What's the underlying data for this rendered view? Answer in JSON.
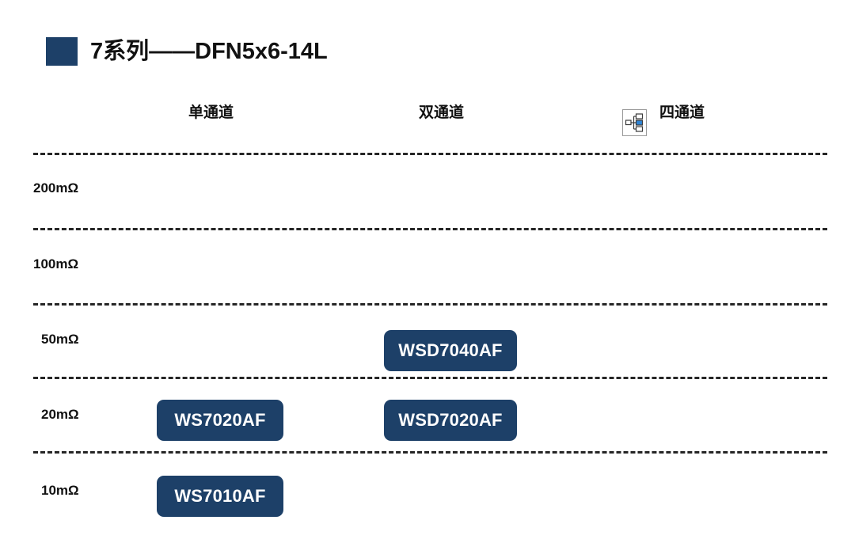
{
  "title": {
    "marker_color": "#1d4068",
    "text": "7系列——DFN5x6-14L"
  },
  "columns": [
    {
      "key": "single",
      "label": "单通道"
    },
    {
      "key": "dual",
      "label": "双通道"
    },
    {
      "key": "quad",
      "label": "四通道",
      "icon": "hierarchy-chart-icon"
    }
  ],
  "rows": [
    {
      "key": "r200",
      "label": "200mΩ"
    },
    {
      "key": "r100",
      "label": "100mΩ"
    },
    {
      "key": "r50",
      "label": "50mΩ"
    },
    {
      "key": "r20",
      "label": "20mΩ"
    },
    {
      "key": "r10",
      "label": "10mΩ"
    }
  ],
  "chips": {
    "single_20": "WS7020AF",
    "single_10": "WS7010AF",
    "dual_50": "WSD7040AF",
    "dual_20": "WSD7020AF"
  },
  "colors": {
    "brand_navy": "#1d4068",
    "chip_text": "#ffffff",
    "divider": "#262626",
    "icon_highlight": "#2f86d8",
    "background": "#ffffff"
  }
}
